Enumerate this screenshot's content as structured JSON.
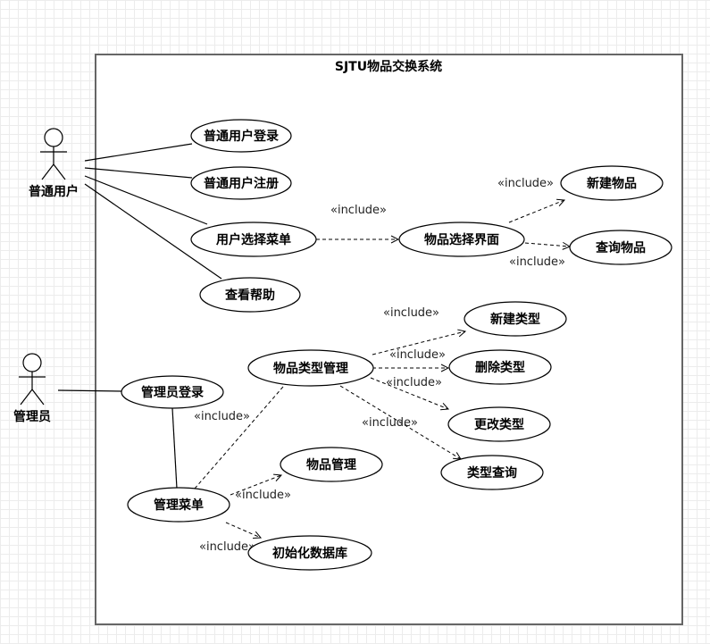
{
  "system": {
    "title": "SJTU物品交换系统"
  },
  "actors": [
    {
      "id": "user",
      "label": "普通用户"
    },
    {
      "id": "admin",
      "label": "管理员"
    }
  ],
  "use_cases": [
    {
      "id": "user_login",
      "label": "普通用户登录"
    },
    {
      "id": "user_register",
      "label": "普通用户注册"
    },
    {
      "id": "user_menu",
      "label": "用户选择菜单"
    },
    {
      "id": "help",
      "label": "查看帮助"
    },
    {
      "id": "item_select",
      "label": "物品选择界面"
    },
    {
      "id": "new_item",
      "label": "新建物品"
    },
    {
      "id": "query_item",
      "label": "查询物品"
    },
    {
      "id": "admin_login",
      "label": "管理员登录"
    },
    {
      "id": "admin_menu",
      "label": "管理菜单"
    },
    {
      "id": "type_mgmt",
      "label": "物品类型管理"
    },
    {
      "id": "item_mgmt",
      "label": "物品管理"
    },
    {
      "id": "init_db",
      "label": "初始化数据库"
    },
    {
      "id": "new_type",
      "label": "新建类型"
    },
    {
      "id": "delete_type",
      "label": "删除类型"
    },
    {
      "id": "update_type",
      "label": "更改类型"
    },
    {
      "id": "type_query",
      "label": "类型查询"
    }
  ],
  "relations": [
    {
      "from": "user",
      "to": "user_login",
      "type": "association"
    },
    {
      "from": "user",
      "to": "user_register",
      "type": "association"
    },
    {
      "from": "user",
      "to": "user_menu",
      "type": "association"
    },
    {
      "from": "user",
      "to": "help",
      "type": "association"
    },
    {
      "from": "admin",
      "to": "admin_login",
      "type": "association"
    },
    {
      "from": "admin_login",
      "to": "admin_menu",
      "type": "association"
    },
    {
      "from": "user_menu",
      "to": "item_select",
      "type": "include",
      "label": "«include»"
    },
    {
      "from": "item_select",
      "to": "new_item",
      "type": "include",
      "label": "«include»"
    },
    {
      "from": "item_select",
      "to": "query_item",
      "type": "include",
      "label": "«include»"
    },
    {
      "from": "admin_menu",
      "to": "type_mgmt",
      "type": "include",
      "label": "«include»"
    },
    {
      "from": "admin_menu",
      "to": "item_mgmt",
      "type": "include",
      "label": "«include»"
    },
    {
      "from": "admin_menu",
      "to": "init_db",
      "type": "include",
      "label": "«include»"
    },
    {
      "from": "type_mgmt",
      "to": "new_type",
      "type": "include",
      "label": "«include»"
    },
    {
      "from": "type_mgmt",
      "to": "delete_type",
      "type": "include",
      "label": "«include»"
    },
    {
      "from": "type_mgmt",
      "to": "update_type",
      "type": "include",
      "label": "«include»"
    },
    {
      "from": "type_mgmt",
      "to": "type_query",
      "type": "include",
      "label": "«include»"
    }
  ]
}
